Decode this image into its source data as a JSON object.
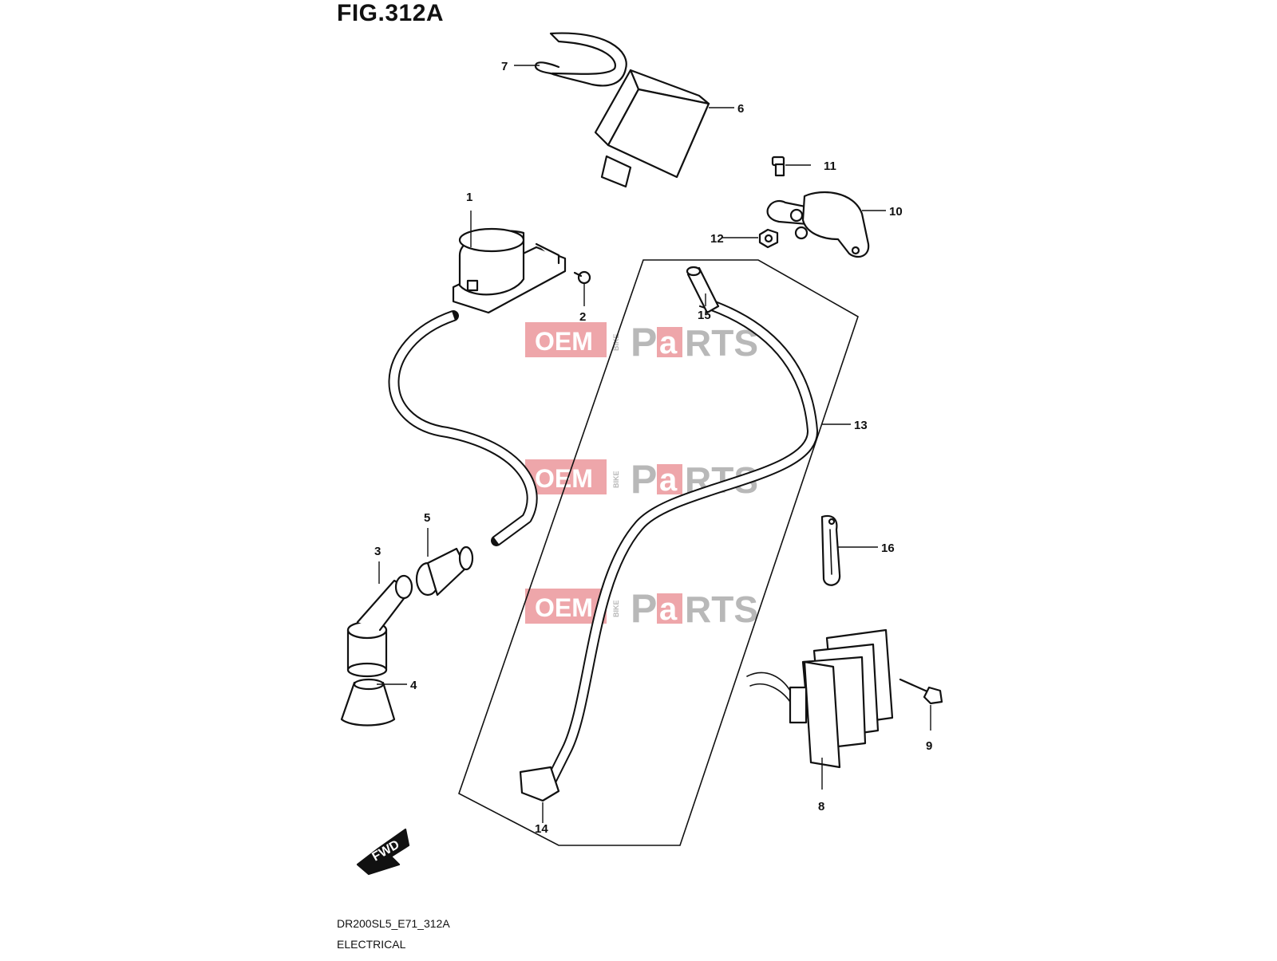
{
  "figure": {
    "title": "FIG.312A"
  },
  "footer": {
    "model_code": "DR200SL5_E71_312A",
    "section_name": "ELECTRICAL"
  },
  "direction_badge": {
    "label": "FWD"
  },
  "watermark": {
    "oem": "OEM",
    "bike": "BIKE",
    "p": "P",
    "a": "a",
    "rts": "RTS",
    "color": "#e26a72"
  },
  "callouts": [
    {
      "id": 1,
      "label": "1"
    },
    {
      "id": 2,
      "label": "2"
    },
    {
      "id": 3,
      "label": "3"
    },
    {
      "id": 4,
      "label": "4"
    },
    {
      "id": 5,
      "label": "5"
    },
    {
      "id": 6,
      "label": "6"
    },
    {
      "id": 7,
      "label": "7"
    },
    {
      "id": 8,
      "label": "8"
    },
    {
      "id": 9,
      "label": "9"
    },
    {
      "id": 10,
      "label": "10"
    },
    {
      "id": 11,
      "label": "11"
    },
    {
      "id": 12,
      "label": "12"
    },
    {
      "id": 13,
      "label": "13"
    },
    {
      "id": 14,
      "label": "14"
    },
    {
      "id": 15,
      "label": "15"
    },
    {
      "id": 16,
      "label": "16"
    }
  ]
}
